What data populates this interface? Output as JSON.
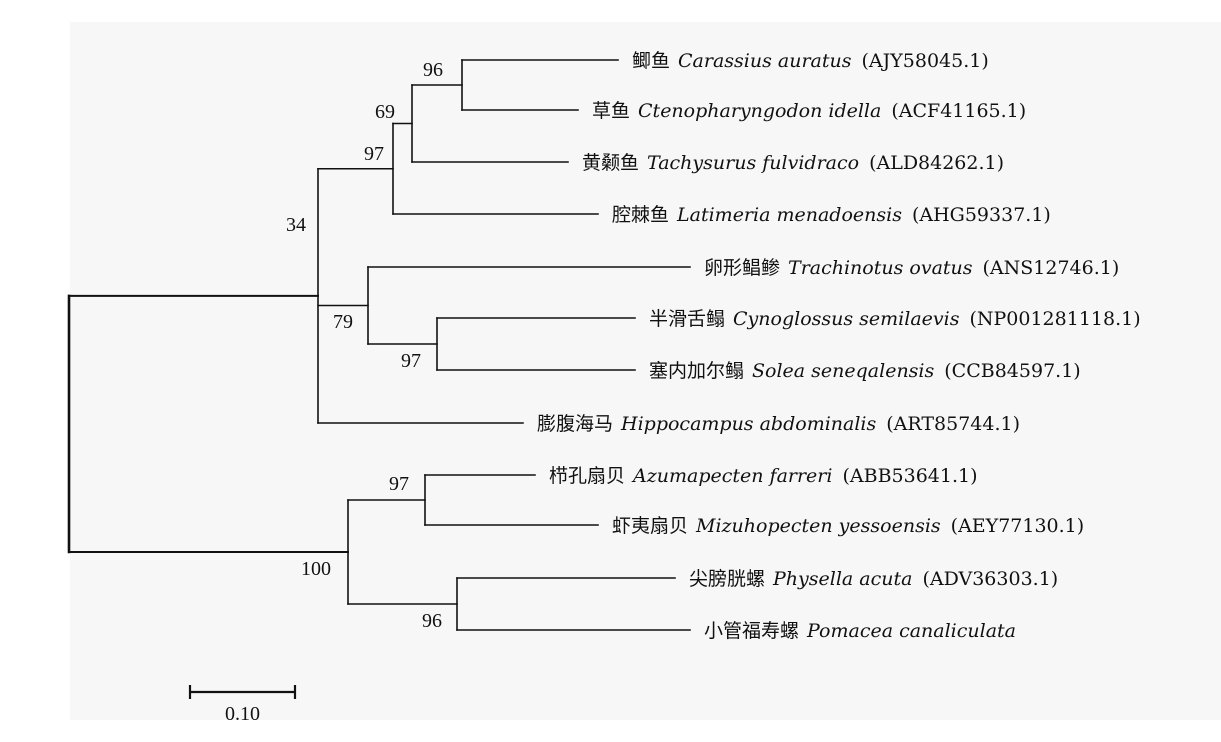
{
  "taxa": [
    {
      "id": "t1",
      "common": "鲫鱼",
      "species": "Carassius auratus",
      "accession": "(AJY58045.1)"
    },
    {
      "id": "t2",
      "common": "草鱼",
      "species": "Ctenopharyngodon idella",
      "accession": "(ACF41165.1)"
    },
    {
      "id": "t3",
      "common": "黄颡鱼",
      "species": "Tachysurus fulvidraco",
      "accession": "(ALD84262.1)"
    },
    {
      "id": "t4",
      "common": "腔棘鱼",
      "species": "Latimeria menadoensis",
      "accession": "(AHG59337.1)"
    },
    {
      "id": "t5",
      "common": "卵形鲳鲹",
      "species": "Trachinotus ovatus",
      "accession": "(ANS12746.1)"
    },
    {
      "id": "t6",
      "common": "半滑舌鳎",
      "species": "Cynoglossus semilaevis",
      "accession": "(NP001281118.1)"
    },
    {
      "id": "t7",
      "common": "塞内加尔鳎",
      "species": "Solea seneqalensis",
      "accession": "(CCB84597.1)"
    },
    {
      "id": "t8",
      "common": "膨腹海马",
      "species": "Hippocampus abdominalis",
      "accession": "(ART85744.1)"
    },
    {
      "id": "t9",
      "common": "栉孔扇贝",
      "species": "Azumapecten farreri",
      "accession": "(ABB53641.1)"
    },
    {
      "id": "t10",
      "common": "虾夷扇贝",
      "species": "Mizuhopecten yessoensis",
      "accession": "(AEY77130.1)"
    },
    {
      "id": "t11",
      "common": "尖膀胱螺",
      "species": "Physella acuta",
      "accession": "(ADV36303.1)"
    },
    {
      "id": "t12",
      "common": "小管福寿螺",
      "species": "Pomacea canaliculata",
      "accession": ""
    }
  ],
  "bootstrap": [
    {
      "node": "n_t1_t2",
      "value": "96"
    },
    {
      "node": "n_t123",
      "value": "69"
    },
    {
      "node": "n_t1234",
      "value": "97"
    },
    {
      "node": "n_fish",
      "value": "34"
    },
    {
      "node": "n_t567",
      "value": "79"
    },
    {
      "node": "n_t67",
      "value": "97"
    },
    {
      "node": "n_t9_t10",
      "value": "97"
    },
    {
      "node": "n_mollusc",
      "value": "100"
    },
    {
      "node": "n_t11_t12",
      "value": "96"
    }
  ],
  "scale_bar": {
    "label": "0.10"
  },
  "colors": {
    "branch": "#111111",
    "text": "#111111",
    "panel": "#f7f7f7"
  }
}
